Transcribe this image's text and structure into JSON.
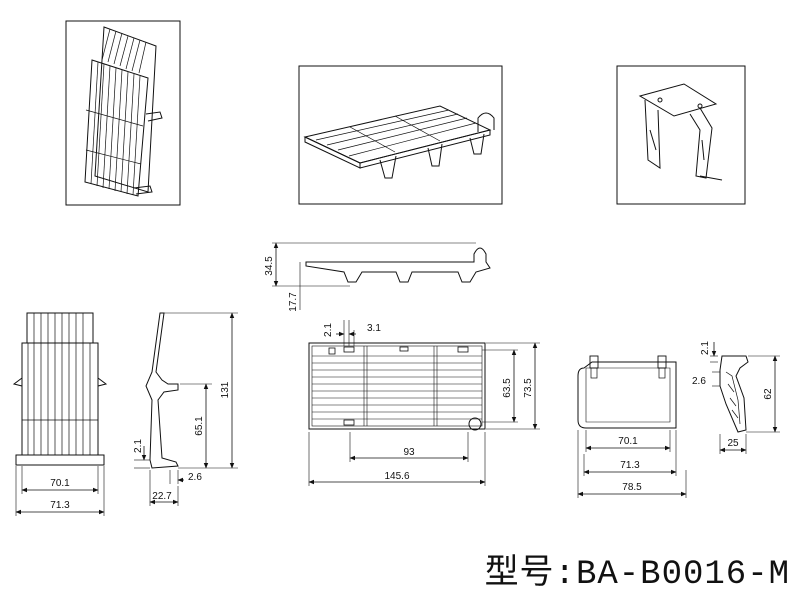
{
  "drawing": {
    "line_color": "#111111",
    "preview_front_icon": "grille-isometric-icon",
    "preview_tray_icon": "tray-isometric-icon",
    "preview_bracket_icon": "bracket-isometric-icon",
    "dimensions": {
      "side_height": "34.5",
      "side_foot": "17.7",
      "front_width_inner": "70.1",
      "front_width_outer": "71.3",
      "profile_height_total": "131",
      "profile_height_mid": "65.1",
      "profile_gap_small": "2.1",
      "profile_offset": "2.6",
      "profile_base": "22.7",
      "top_slot_a": "2.1",
      "top_slot_b": "3.1",
      "top_height_inner": "63.5",
      "top_height_outer": "73.5",
      "top_center_width": "93",
      "top_total_width": "145.6",
      "bracket_width_inner": "70.1",
      "bracket_width_mid": "71.3",
      "bracket_width_outer": "78.5",
      "bracket_side_gap": "2.1",
      "bracket_side_offset": "2.6",
      "bracket_side_height": "62",
      "bracket_side_depth": "25"
    }
  },
  "model_label": "型号:BA-B0016-M"
}
